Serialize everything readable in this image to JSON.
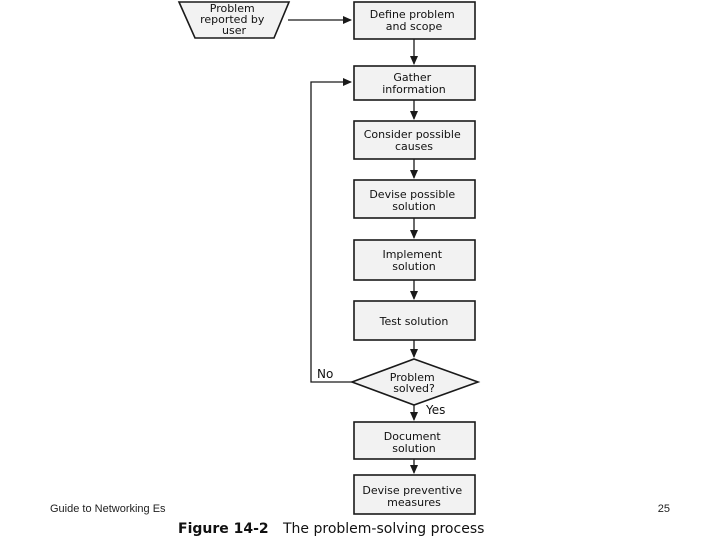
{
  "nodes": {
    "problem_reported": [
      "Problem",
      "reported by",
      "user"
    ],
    "define_problem": [
      "Define problem",
      "and scope"
    ],
    "gather_info": [
      "Gather",
      "information"
    ],
    "consider_causes": [
      "Consider possible",
      "causes"
    ],
    "devise_solution": [
      "Devise possible",
      "solution"
    ],
    "implement": [
      "Implement",
      "solution"
    ],
    "test": [
      "Test solution"
    ],
    "problem_solved": [
      "Problem",
      "solved?"
    ],
    "document": [
      "Document",
      "solution"
    ],
    "preventive": [
      "Devise preventive",
      "measures"
    ]
  },
  "edges": {
    "no_label": "No",
    "yes_label": "Yes"
  },
  "caption": {
    "number": "Figure 14-2",
    "text": "The problem-solving process"
  },
  "footer": {
    "left": "Guide to Networking Es",
    "page": "25"
  }
}
